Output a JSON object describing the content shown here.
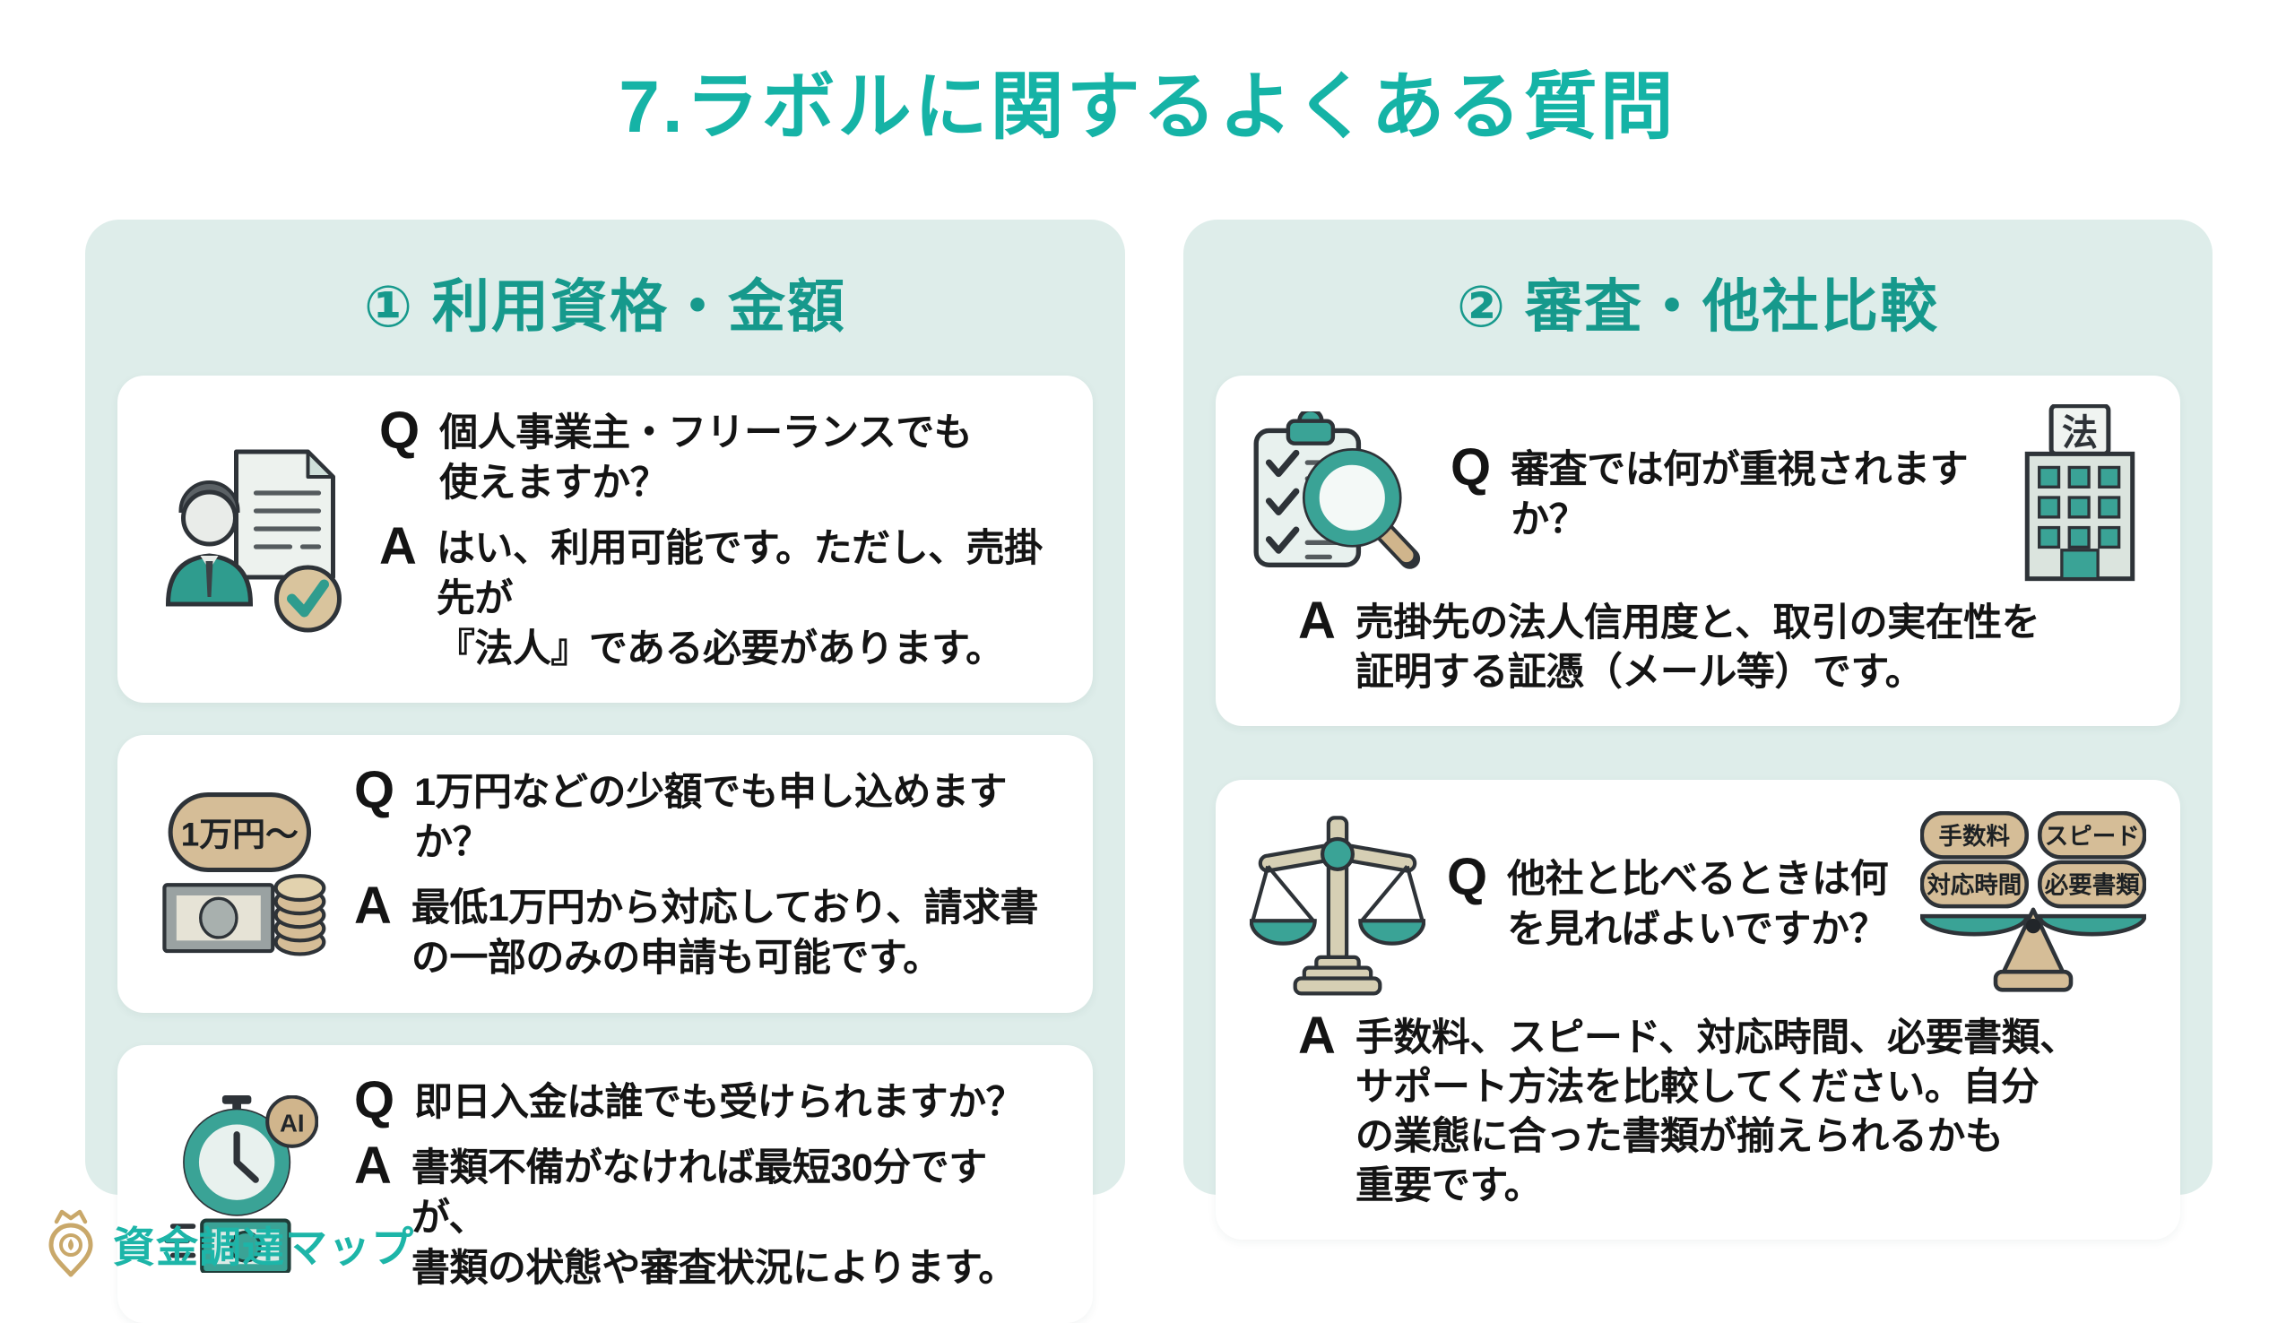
{
  "title": "7.ラボルに関するよくある質問",
  "qa": {
    "q": "Q",
    "a": "A"
  },
  "colors": {
    "title_teal": "#15b3a6",
    "header_teal": "#16998c",
    "panel_bg": "#deedea",
    "card_bg": "#ffffff",
    "text": "#141414",
    "icon_teal": "#3aa396",
    "tan": "#d5bd97",
    "khaki": "#d6cfb4",
    "logo_gold": "#c9a86a",
    "logo_teal": "#1db5a8"
  },
  "panels": [
    {
      "header": "① 利用資格・金額",
      "cards": [
        {
          "q": "個人事業主・フリーランスでも\n使えますか？",
          "a": "はい、利用可能です。ただし、売掛先が\n『法人』である必要があります。"
        },
        {
          "q": "1万円などの少額でも申し込めますか？",
          "a": "最低1万円から対応しており、請求書\nの一部のみの申請も可能です。",
          "icon_label": "1万円〜"
        },
        {
          "q": "即日入金は誰でも受けられますか？",
          "a": "書類不備がなければ最短30分ですが、\n書類の状態や審査状況によります。",
          "icon_badge": "AI"
        }
      ]
    },
    {
      "header": "② 審査・他社比較",
      "cards": [
        {
          "q": "審査では何が重視されますか？",
          "a": "売掛先の法人信用度と、取引の実在性を\n証明する証憑（メール等）です。",
          "building_sign": "法"
        },
        {
          "q": "他社と比べるときは何\nを見ればよいですか？",
          "a": "手数料、スピード、対応時間、必要書類、\nサポート方法を比較してください。自分\nの業態に合った書類が揃えられるかも\n重要です。",
          "badges": [
            "手数料",
            "スピード",
            "対応時間",
            "必要書類"
          ]
        }
      ]
    }
  ],
  "footer": {
    "logo_text": "資金調達マップ"
  }
}
